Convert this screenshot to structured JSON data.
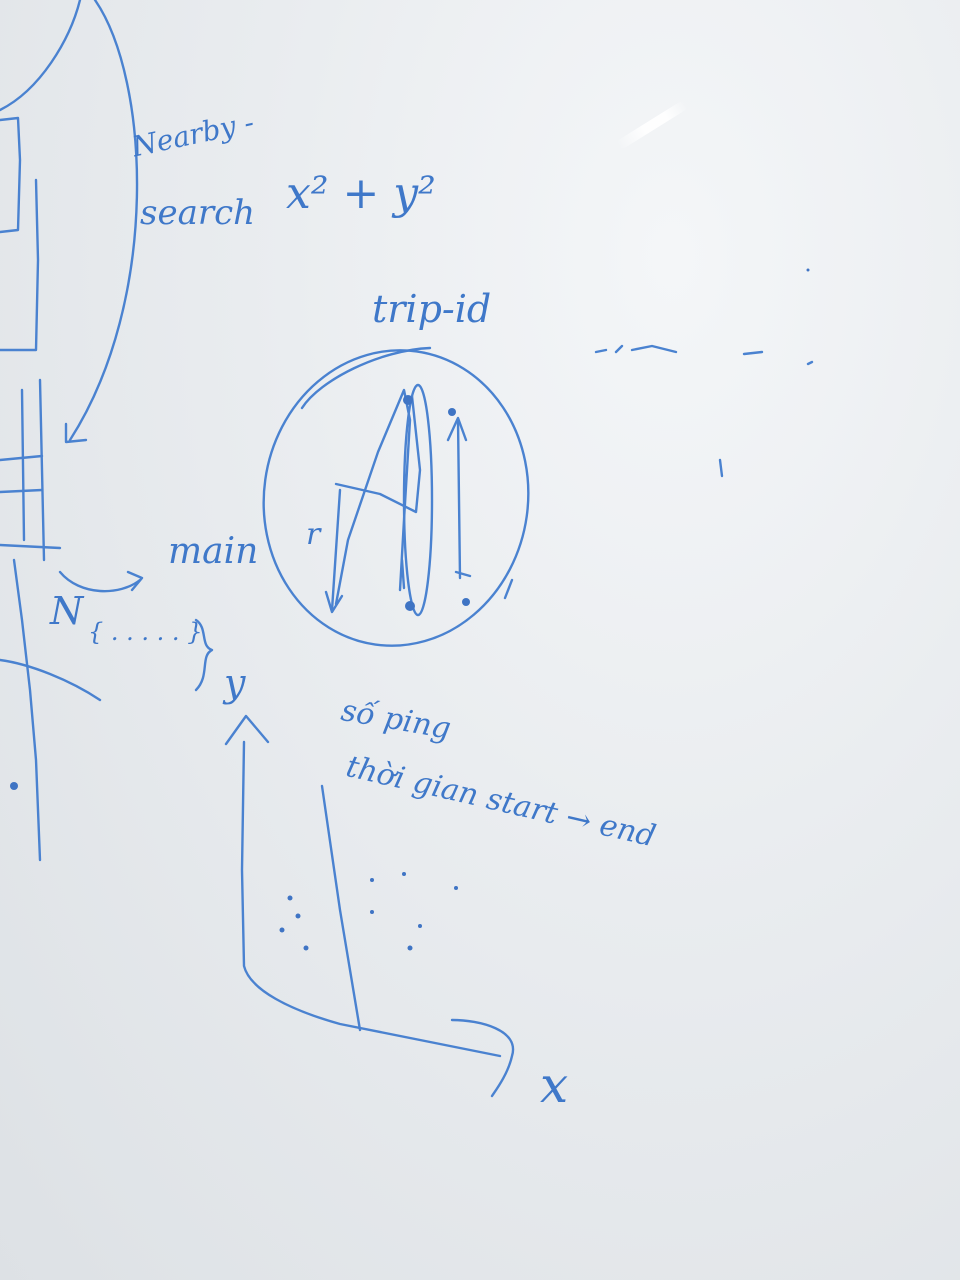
{
  "board": {
    "nearby_line1": "Nearby -",
    "nearby_line2": "search",
    "formula": "x² + y²",
    "trip_id": "trip-id",
    "r_label": "r",
    "main": "main",
    "n_label": "N",
    "brace_text": "{ . . . . . }",
    "y_axis": "y",
    "so_ping": "số ping",
    "thoi_gian": "thời gian start → end",
    "x_axis": "x"
  },
  "colors": {
    "ink": "#3f78c9",
    "board": "#e9ecef"
  }
}
